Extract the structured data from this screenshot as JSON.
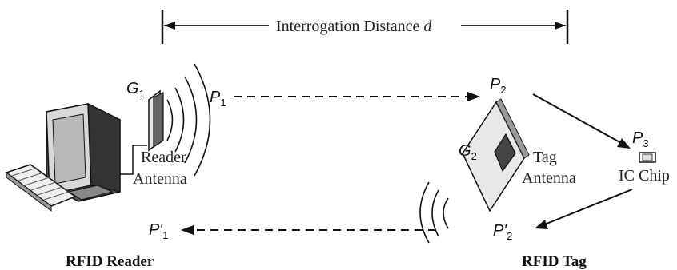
{
  "diagram": {
    "distance_label": "Interrogation Distance",
    "distance_var": "d",
    "reader_gain": {
      "base": "G",
      "sub": "1"
    },
    "tag_gain": {
      "base": "G",
      "sub": "2"
    },
    "p1": {
      "base": "P",
      "sub": "1"
    },
    "p2": {
      "base": "P",
      "sub": "2"
    },
    "p3": {
      "base": "P",
      "sub": "3"
    },
    "p1_prime": {
      "base": "P′",
      "sub": "1"
    },
    "p2_prime": {
      "base": "P′",
      "sub": "2"
    },
    "reader_antenna_line1": "Reader",
    "reader_antenna_line2": "Antenna",
    "tag_antenna_line1": "Tag",
    "tag_antenna_line2": "Antenna",
    "ic_chip_label": "IC Chip",
    "reader_caption": "RFID Reader",
    "tag_caption": "RFID Tag"
  }
}
